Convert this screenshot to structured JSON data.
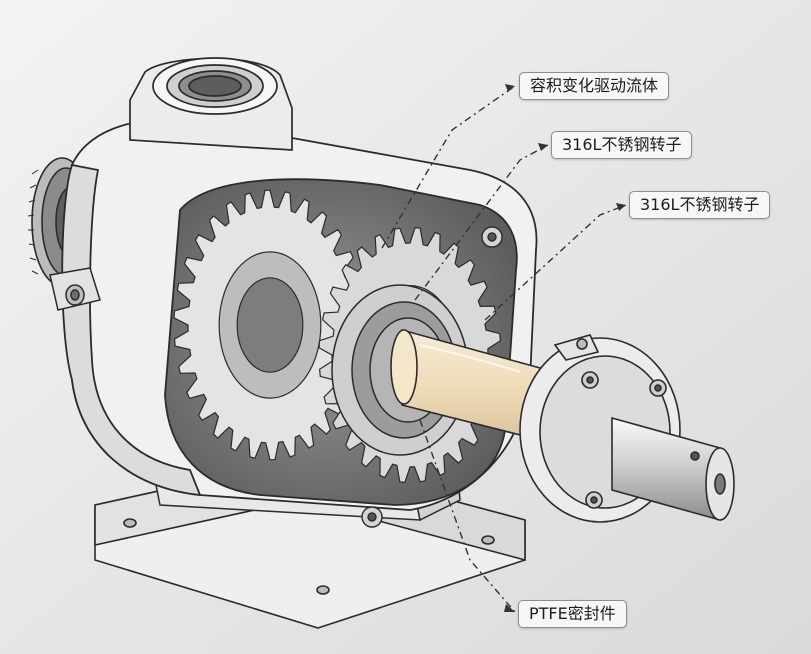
{
  "colors": {
    "background": "#e9eaea",
    "line": "#2b2b2b",
    "casing": "#f1f1f1",
    "casing_shade": "#d7d7d7",
    "gear_cavity": "#7c7c7c",
    "shaft_highlight": "#efdcba"
  },
  "callouts": [
    {
      "label": "容积变化驱动流体"
    },
    {
      "label": "316L不锈钢转子"
    },
    {
      "label": "316L不锈钢转子"
    },
    {
      "label": "PTFE密封件"
    }
  ]
}
